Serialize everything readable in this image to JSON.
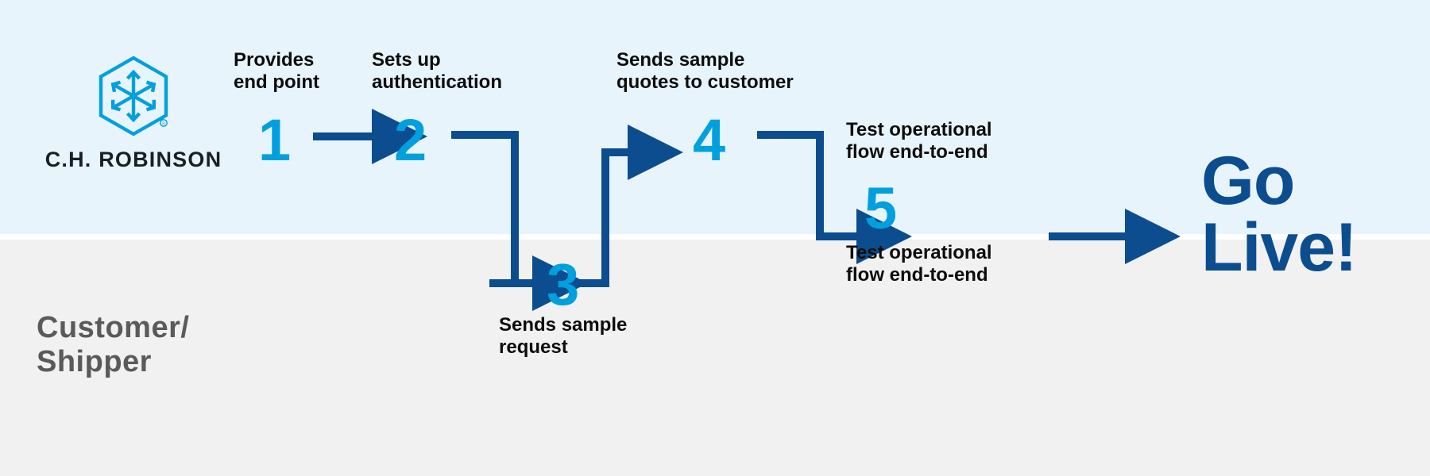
{
  "theme": {
    "lane_top_bg": "#e8f4fc",
    "lane_bottom_bg": "#f0f1f0",
    "number_color": "#00a0df",
    "connector_color": "#0b4d8f",
    "caption_color": "#0d0d0d",
    "lane_label_color": "#5a5a5a",
    "go_live_color": "#0b4d8f",
    "logo_color": "#00a0df"
  },
  "brand": {
    "logo_icon": "hexagon-cube-arrows-icon",
    "wordmark": "C.H. ROBINSON",
    "registered_mark": "®"
  },
  "lanes": [
    {
      "id": "ch-robinson",
      "label": ""
    },
    {
      "id": "customer-shipper",
      "label": "Customer/\nShipper"
    }
  ],
  "steps": [
    {
      "number": "1",
      "caption": "Provides\nend point",
      "lane": "ch-robinson",
      "caption_position": "above"
    },
    {
      "number": "2",
      "caption": "Sets up\nauthentication",
      "lane": "ch-robinson",
      "caption_position": "above"
    },
    {
      "number": "3",
      "caption": "Sends sample\nrequest",
      "lane": "customer-shipper",
      "caption_position": "below"
    },
    {
      "number": "4",
      "caption": "Sends sample\nquotes to customer",
      "lane": "ch-robinson",
      "caption_position": "above"
    },
    {
      "number": "5",
      "caption": "Test operational\nflow end-to-end",
      "caption_secondary": "Test operational\nflow end-to-end",
      "lane": "boundary",
      "caption_position": "above-and-below"
    }
  ],
  "outcome": {
    "line1": "Go",
    "line2": "Live!"
  },
  "connectors": [
    {
      "id": "arrow-1-to-2",
      "from": "1",
      "to": "2",
      "shape": "straight-right"
    },
    {
      "id": "arrow-2-to-3",
      "from": "2",
      "to": "3",
      "shape": "right-down-right"
    },
    {
      "id": "arrow-3-to-4",
      "from": "3",
      "to": "4",
      "shape": "right-up-right"
    },
    {
      "id": "arrow-4-to-5",
      "from": "4",
      "to": "5",
      "shape": "right-down-right"
    },
    {
      "id": "arrow-5-to-golive",
      "from": "5",
      "to": "Go Live!",
      "shape": "straight-right"
    }
  ]
}
